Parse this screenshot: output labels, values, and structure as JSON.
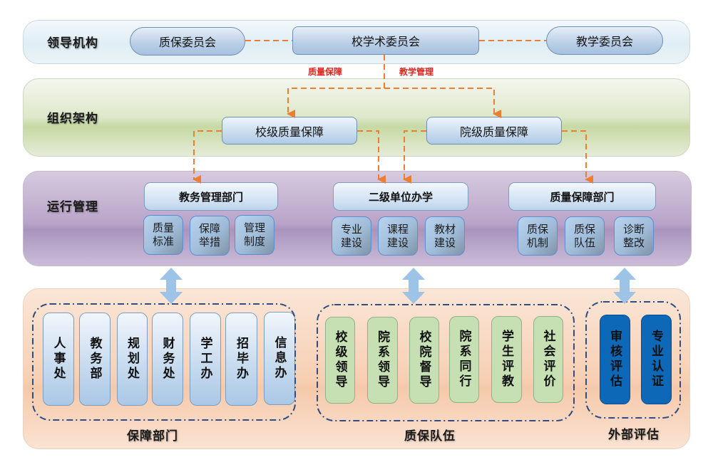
{
  "layers": {
    "leadership": {
      "label": "领导机构",
      "nodes": [
        "质保委员会",
        "校学术委员会",
        "教学委员会"
      ]
    },
    "organization": {
      "label": "组织架构",
      "nodes": [
        "校级质量保障",
        "院级质量保障"
      ]
    },
    "operation": {
      "label": "运行管理",
      "departments": [
        {
          "title": "教务管理部门",
          "items": [
            [
              "质量",
              "标准"
            ],
            [
              "保障",
              "举措"
            ],
            [
              "管理",
              "制度"
            ]
          ]
        },
        {
          "title": "二级单位办学",
          "items": [
            [
              "专业",
              "建设"
            ],
            [
              "课程",
              "建设"
            ],
            [
              "教材",
              "建设"
            ]
          ]
        },
        {
          "title": "质量保障部门",
          "items": [
            [
              "质保",
              "机制"
            ],
            [
              "质保",
              "队伍"
            ],
            [
              "诊断",
              "整改"
            ]
          ]
        }
      ]
    },
    "support": {
      "groups": [
        {
          "label": "保障部门",
          "items": [
            "人事处",
            "教务部",
            "规划处",
            "财务处",
            "学工办",
            "招毕办",
            "信息办"
          ]
        },
        {
          "label": "质保队伍",
          "items": [
            "校级领导",
            "院系领导",
            "校院督导",
            "院系同行",
            "学生评教",
            "社会评价"
          ]
        },
        {
          "label": "外部评估",
          "items": [
            "审核评估",
            "专业认证"
          ]
        }
      ]
    }
  },
  "flow_labels": {
    "quality": "质量保障",
    "teaching": "教学管理"
  },
  "colors": {
    "connector": "#ed7d31",
    "flow_label": "#e0221c",
    "arrow": "#9dc3e6",
    "group_border": "#2f4d82",
    "green_box": "#c6e0b4",
    "blue_box": "#0d68b8"
  }
}
